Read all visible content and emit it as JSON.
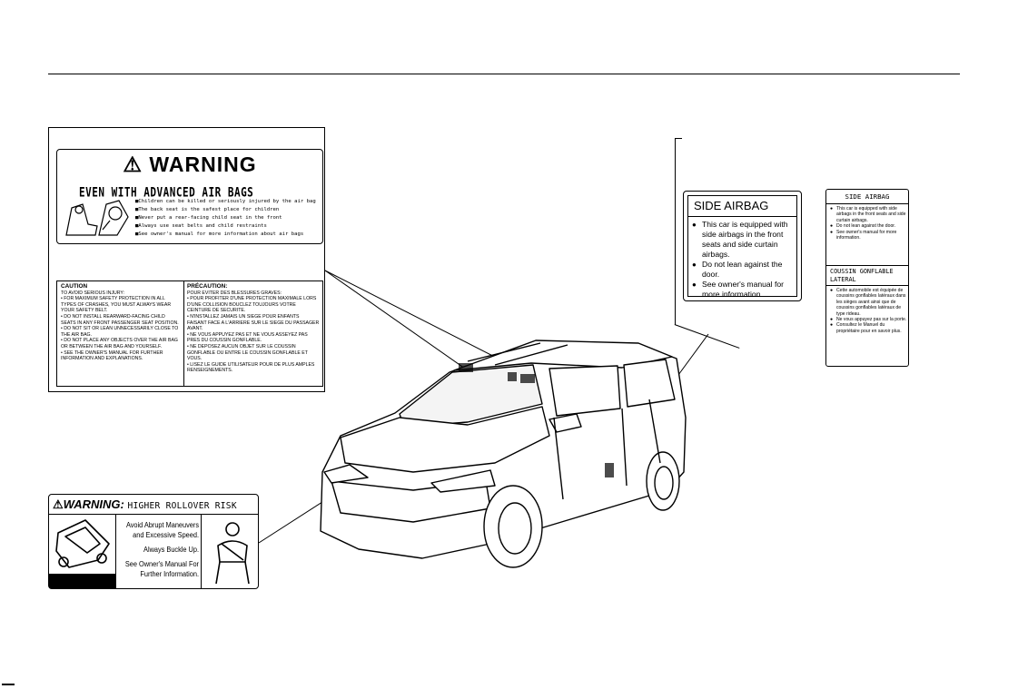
{
  "warning_label": {
    "title": "WARNING",
    "subtitle": "EVEN WITH ADVANCED AIR BAGS",
    "items": [
      "Children can be killed or seriously injured by the air bag",
      "The back seat is the safest place for children",
      "Never put a rear-facing child seat in the front",
      "Always use seat belts and child restraints",
      "See owner's manual for more information about air bags"
    ]
  },
  "caution_label": {
    "en_title": "CAUTION",
    "en_heading": "TO AVOID SERIOUS INJURY:",
    "en_items": [
      "• FOR MAXIMUM SAFETY PROTECTION IN ALL TYPES OF CRASHES, YOU MUST ALWAYS WEAR YOUR SAFETY BELT.",
      "• DO NOT INSTALL REARWARD-FACING CHILD SEATS IN ANY FRONT PASSENGER SEAT POSITION.",
      "• DO NOT SIT OR LEAN UNNECESSARILY CLOSE TO THE AIR BAG.",
      "• DO NOT PLACE ANY OBJECTS OVER THE AIR BAG OR BETWEEN THE AIR BAG AND YOURSELF.",
      "• SEE THE OWNER'S MANUAL FOR FURTHER INFORMATION AND EXPLANATIONS."
    ],
    "fr_title": "PRÉCAUTION:",
    "fr_heading": "POUR EVITER DES BLESSURES GRAVES:",
    "fr_items": [
      "• POUR PROFITER D'UNE PROTECTION MAXIMALE LORS D'UNE COLLISION BOUCLEZ TOUJOURS VOTRE CEINTURE DE SECURITE.",
      "• N'INSTALLEZ JAMAIS UN SIEGE POUR ENFANTS FAISANT FACE A L'ARRIERE SUR LE SIEGE DU PASSAGER AVANT.",
      "• NE VOUS APPUYEZ PAS ET NE VOUS ASSEYEZ PAS PRES DU COUSSIN GONFLABLE.",
      "• NE DEPOSEZ AUCUN OBJET SUR LE COUSSIN GONFLABLE OU ENTRE LE COUSSIN GONFLABLE ET VOUS.",
      "• LISEZ LE GUIDE UTILISATEUR POUR DE PLUS AMPLES RENSEIGNEMENTS."
    ]
  },
  "side_airbag_en": {
    "title": "SIDE AIRBAG",
    "items": [
      "This car is equipped with side airbags in the front seats and side curtain airbags.",
      "Do not lean against the door.",
      "See owner's manual for more information."
    ]
  },
  "side_airbag_bilingual": {
    "title": "SIDE AIRBAG",
    "items": [
      "This car is equipped with side airbags in the front seats and side curtain airbags.",
      "Do not lean against the door.",
      "See owner's manual for more information."
    ],
    "fr_title_line1": "COUSSIN GONFLABLE",
    "fr_title_line2": "LATERAL",
    "fr_items": [
      "Cette automobile est équipée de coussins gonflables latéraux dans les sièges avant ainsi que de coussins gonflables latéraux de type rideau.",
      "Ne vous appuyez pas sur la porte.",
      "Consultez le Manuel du propriétaire pour en savoir plus."
    ]
  },
  "rollover_label": {
    "warning": "WARNING:",
    "risk": "HIGHER ROLLOVER RISK",
    "line1": "Avoid Abrupt Maneuvers and Excessive Speed.",
    "line2": "Always Buckle Up.",
    "line3": "See Owner's Manual For Further Information."
  },
  "icons": [
    "warning-triangle-icon",
    "child-seat-icon",
    "rollover-vehicle-icon",
    "seatbelt-person-icon"
  ]
}
